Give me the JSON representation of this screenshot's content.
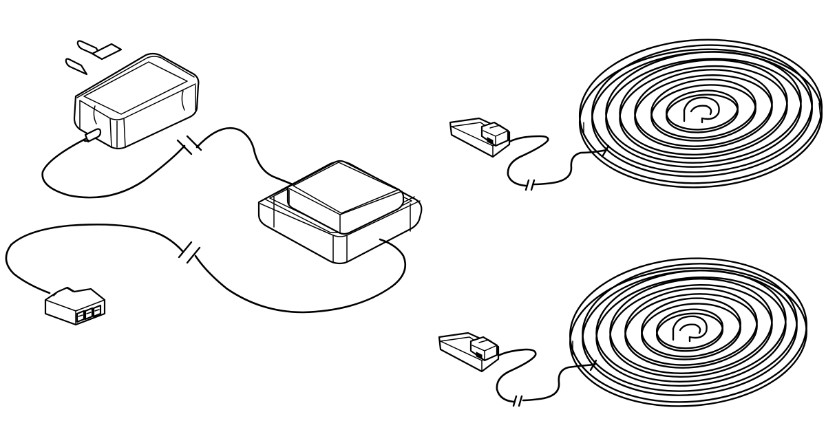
{
  "diagram": {
    "components": [
      {
        "id": "power-adapter",
        "kind": "plug-in power supply with cable"
      },
      {
        "id": "touch-switch-pad",
        "kind": "square control pad"
      },
      {
        "id": "distributor-3-way",
        "kind": "3-port connector block"
      },
      {
        "id": "led-strip-reel-1",
        "kind": "coiled LED strip with connector"
      },
      {
        "id": "led-strip-reel-2",
        "kind": "coiled LED strip with connector"
      }
    ],
    "colors": {
      "ink": "#000000",
      "background": "#ffffff"
    }
  }
}
